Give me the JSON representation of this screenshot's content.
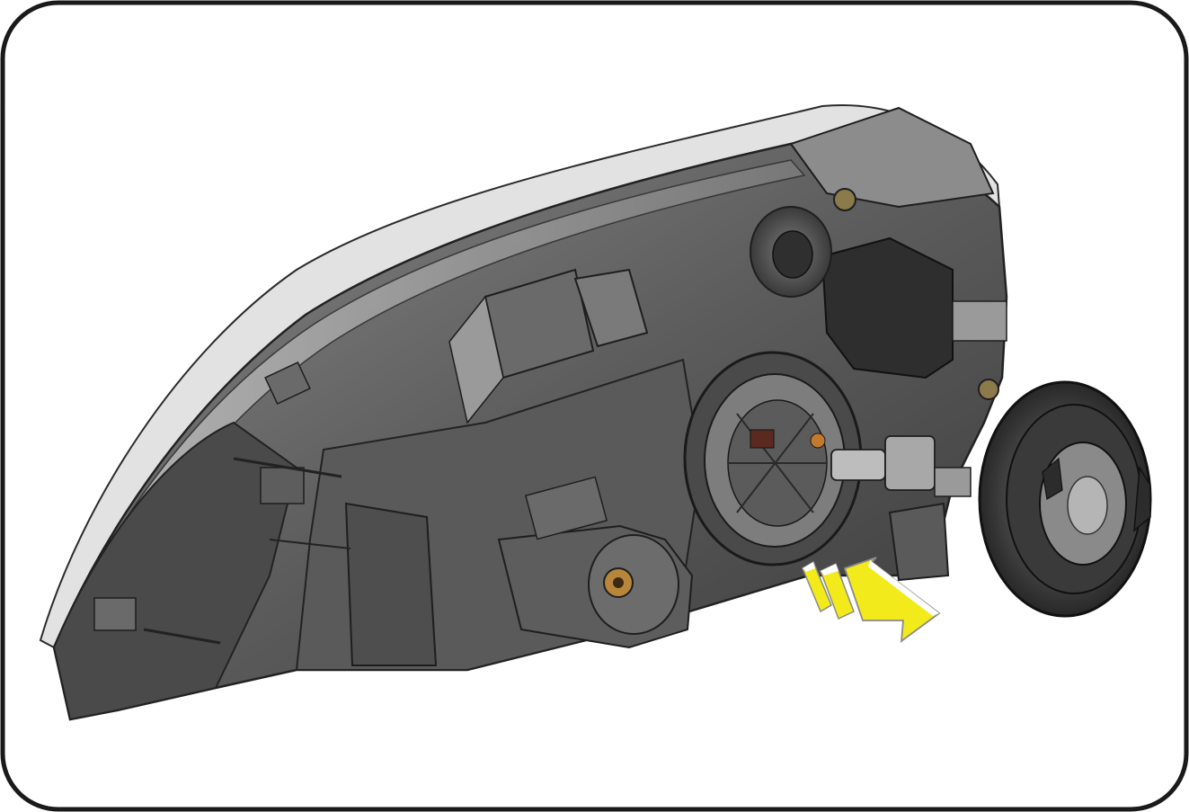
{
  "figure": {
    "subject": "headlamp-assembly-rear-view",
    "components": [
      {
        "name": "headlamp-housing"
      },
      {
        "name": "bulb-socket-opening"
      },
      {
        "name": "headlamp-bulb"
      },
      {
        "name": "dust-cover-cap"
      },
      {
        "name": "leveling-motor"
      },
      {
        "name": "mounting-bolt-upper"
      },
      {
        "name": "mounting-bolt-lower"
      },
      {
        "name": "install-direction-arrow-icon"
      }
    ],
    "colors": {
      "frame_stroke": "#1a1a1a",
      "housing_dark": "#3f3f3f",
      "housing_mid": "#6e6e6e",
      "housing_light": "#a9a9a9",
      "lens_highlight": "#d9d9d9",
      "arrow_fill": "#f3ea1c",
      "arrow_stroke": "#8a8a8a",
      "bolt_accent": "#b8863b"
    }
  }
}
